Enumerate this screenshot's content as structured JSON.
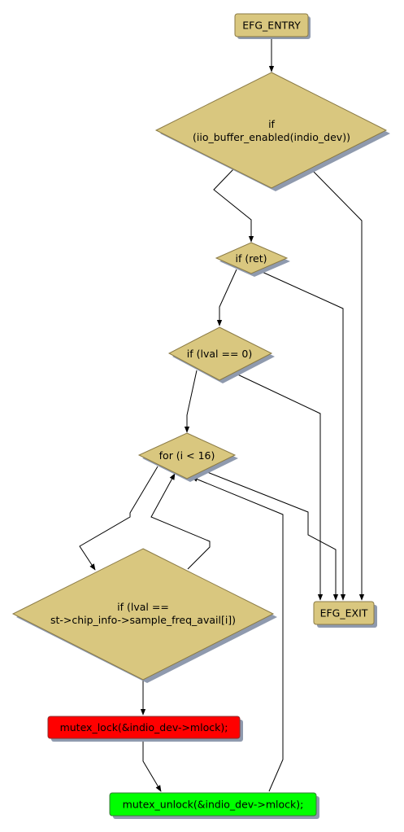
{
  "colors": {
    "decision_fill": "#d9c77f",
    "entry_fill": "#d9c77f",
    "lock_fill": "#ff0000",
    "unlock_fill": "#00ff00",
    "edge": "#000000"
  },
  "nodes": {
    "entry": {
      "label": "EFG_ENTRY"
    },
    "if_buffer": {
      "line1": "if",
      "line2": "(iio_buffer_enabled(indio_dev))"
    },
    "if_ret": {
      "label": "if (ret)"
    },
    "if_lval": {
      "label": "if (lval == 0)"
    },
    "for_loop": {
      "label": "for (i < 16)"
    },
    "if_freq": {
      "line1": "if (lval ==",
      "line2": "st->chip_info->sample_freq_avail[i])"
    },
    "mutex_lock": {
      "label": "mutex_lock(&indio_dev->mlock);"
    },
    "mutex_unlock": {
      "label": "mutex_unlock(&indio_dev->mlock);"
    },
    "exit": {
      "label": "EFG_EXIT"
    }
  }
}
